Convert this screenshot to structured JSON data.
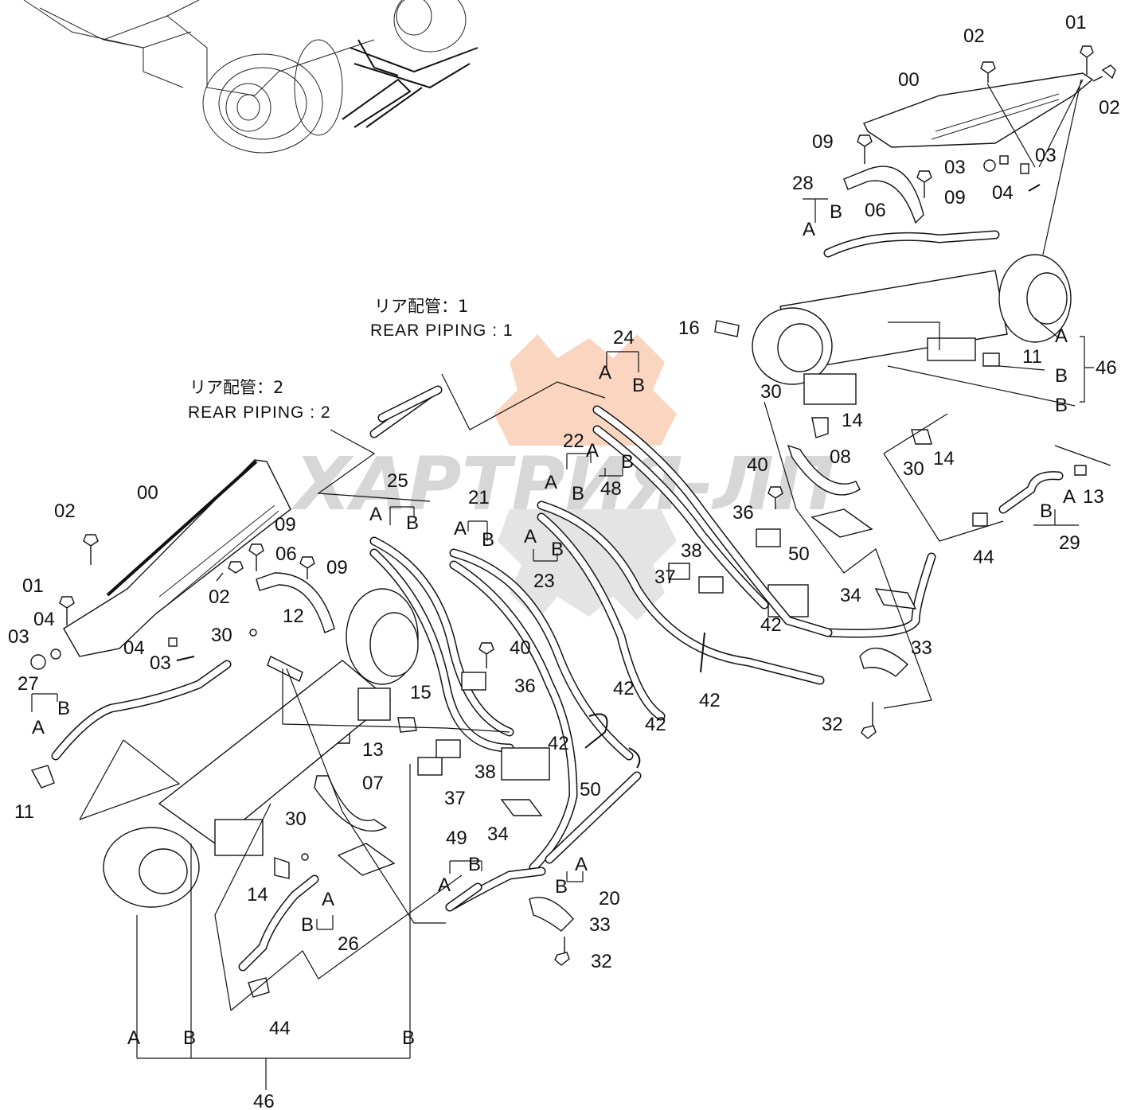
{
  "watermark": {
    "text": "ХАРТРИЯ-ЛП",
    "colors": {
      "gear_top": "#f6b48e",
      "gear_bottom": "#c4c4c4",
      "text": "#b8b8b8"
    }
  },
  "rear_piping_1": {
    "jp": "リア配管：1",
    "en": "REAR PIPING : 1"
  },
  "rear_piping_2": {
    "jp": "リア配管：2",
    "en": "REAR PIPING : 2"
  },
  "callouts": {
    "right": {
      "n01": "01",
      "n02a": "02",
      "n02b": "02",
      "n00": "00",
      "n09a": "09",
      "n09b": "09",
      "n03a": "03",
      "n03b": "03",
      "n04": "04",
      "n06": "06",
      "n28": "28",
      "a28": "A",
      "b28": "B",
      "n16": "16",
      "n11": "11",
      "a46": "A",
      "b46a": "B",
      "b46b": "B",
      "n46": "46",
      "n30a": "30",
      "n14a": "14",
      "n14b": "14",
      "n30b": "30",
      "n08": "08",
      "n40": "40",
      "n36": "36",
      "n38": "38",
      "n37": "37",
      "n50": "50",
      "n42a": "42",
      "n42b": "42",
      "n34": "34",
      "n33": "33",
      "n32": "32",
      "n44": "44",
      "n13": "13",
      "a29": "A",
      "b29": "B",
      "n29": "29"
    },
    "middle": {
      "n24": "24",
      "a24": "A",
      "b24": "B",
      "n22": "22",
      "a22": "A",
      "b22": "B",
      "a48": "A",
      "b48": "B",
      "n48": "48",
      "n25": "25",
      "a25": "A",
      "b25": "B",
      "n21": "21",
      "a21": "A",
      "b21": "B",
      "a23": "A",
      "b23": "B",
      "n23": "23"
    },
    "left": {
      "n00": "00",
      "n02a": "02",
      "n02b": "02",
      "n01": "01",
      "n04a": "04",
      "n04b": "04",
      "n03a": "03",
      "n03b": "03",
      "n09a": "09",
      "n09b": "09",
      "n06": "06",
      "n30a": "30",
      "n12": "12",
      "n27": "27",
      "b27": "B",
      "a27": "A",
      "n11": "11",
      "n15": "15",
      "n13": "13",
      "n40": "40",
      "n36": "36",
      "n42a": "42",
      "n42b": "42",
      "n42c": "42",
      "n38": "38",
      "n37": "37",
      "n50": "50",
      "n07": "07",
      "n34": "34",
      "n30b": "30",
      "n14": "14",
      "n49": "49",
      "a49": "A",
      "b49": "B",
      "a20": "A",
      "b20": "B",
      "n20": "20",
      "n33": "33",
      "n32": "32",
      "a26": "A",
      "b26": "B",
      "n26": "26",
      "n44": "44",
      "a46": "A",
      "b46a": "B",
      "b46b": "B",
      "n46": "46"
    }
  }
}
